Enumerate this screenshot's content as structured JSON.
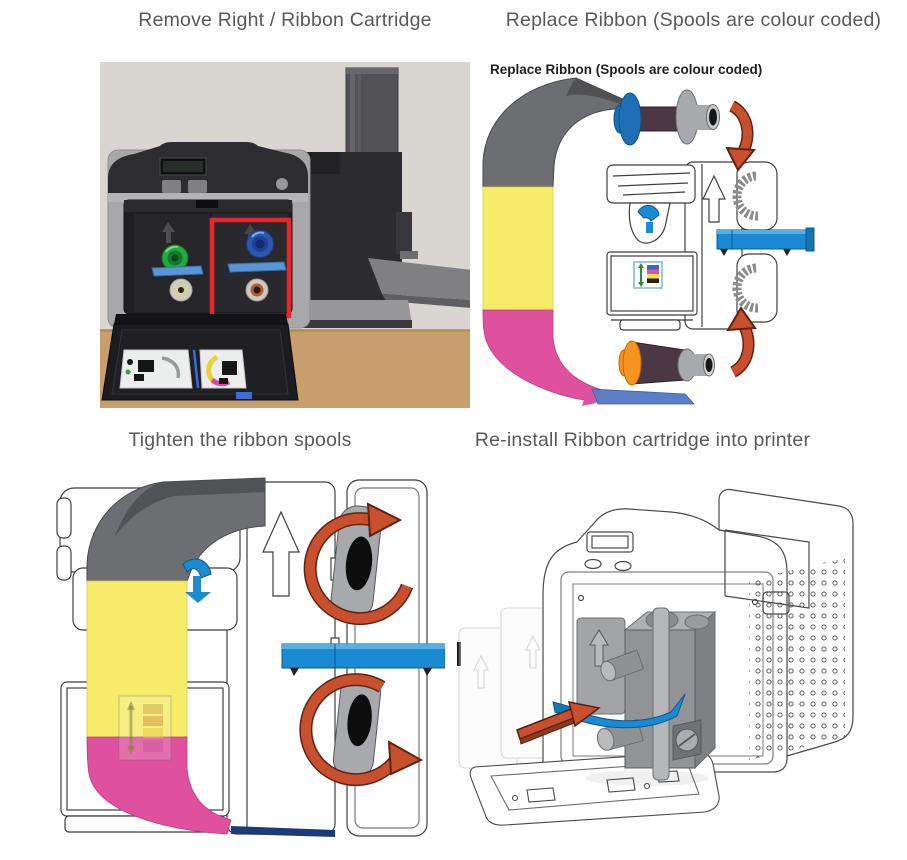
{
  "headings": {
    "remove": "Remove Right / Ribbon Cartridge",
    "replace": "Replace Ribbon (Spools are colour coded)",
    "tighten": "Tighten the ribbon spools",
    "reinstall": "Re-install Ribbon cartridge into printer"
  },
  "replace_diagram": {
    "title": "Replace Ribbon (Spools are colour coded)"
  },
  "colors": {
    "heading_text": "#58595b",
    "diagram_title_text": "#221f1f",
    "ribbon_gray": "#6d6e71",
    "ribbon_yellow": "#f7ec6a",
    "ribbon_magenta": "#df519e",
    "ribbon_blue": "#5b7fc7",
    "handle_blue": "#1a8ad2",
    "photo_handle_blue": "#5a95d8",
    "spool_flange_blue": "#1d6fb8",
    "spool_flange_orange": "#f7941d",
    "spool_roll_dark": "#4b3844",
    "spool_gray": "#a7a9ac",
    "arrow_red": "#c8502e",
    "highlight_red": "#e8262a",
    "spool_green": "#25a83e",
    "cartridge_gray": "#919395",
    "photo_wall": "#d9d6d1",
    "photo_desk": "#c79e6c",
    "line_art_stroke": "#3f3f3f"
  }
}
